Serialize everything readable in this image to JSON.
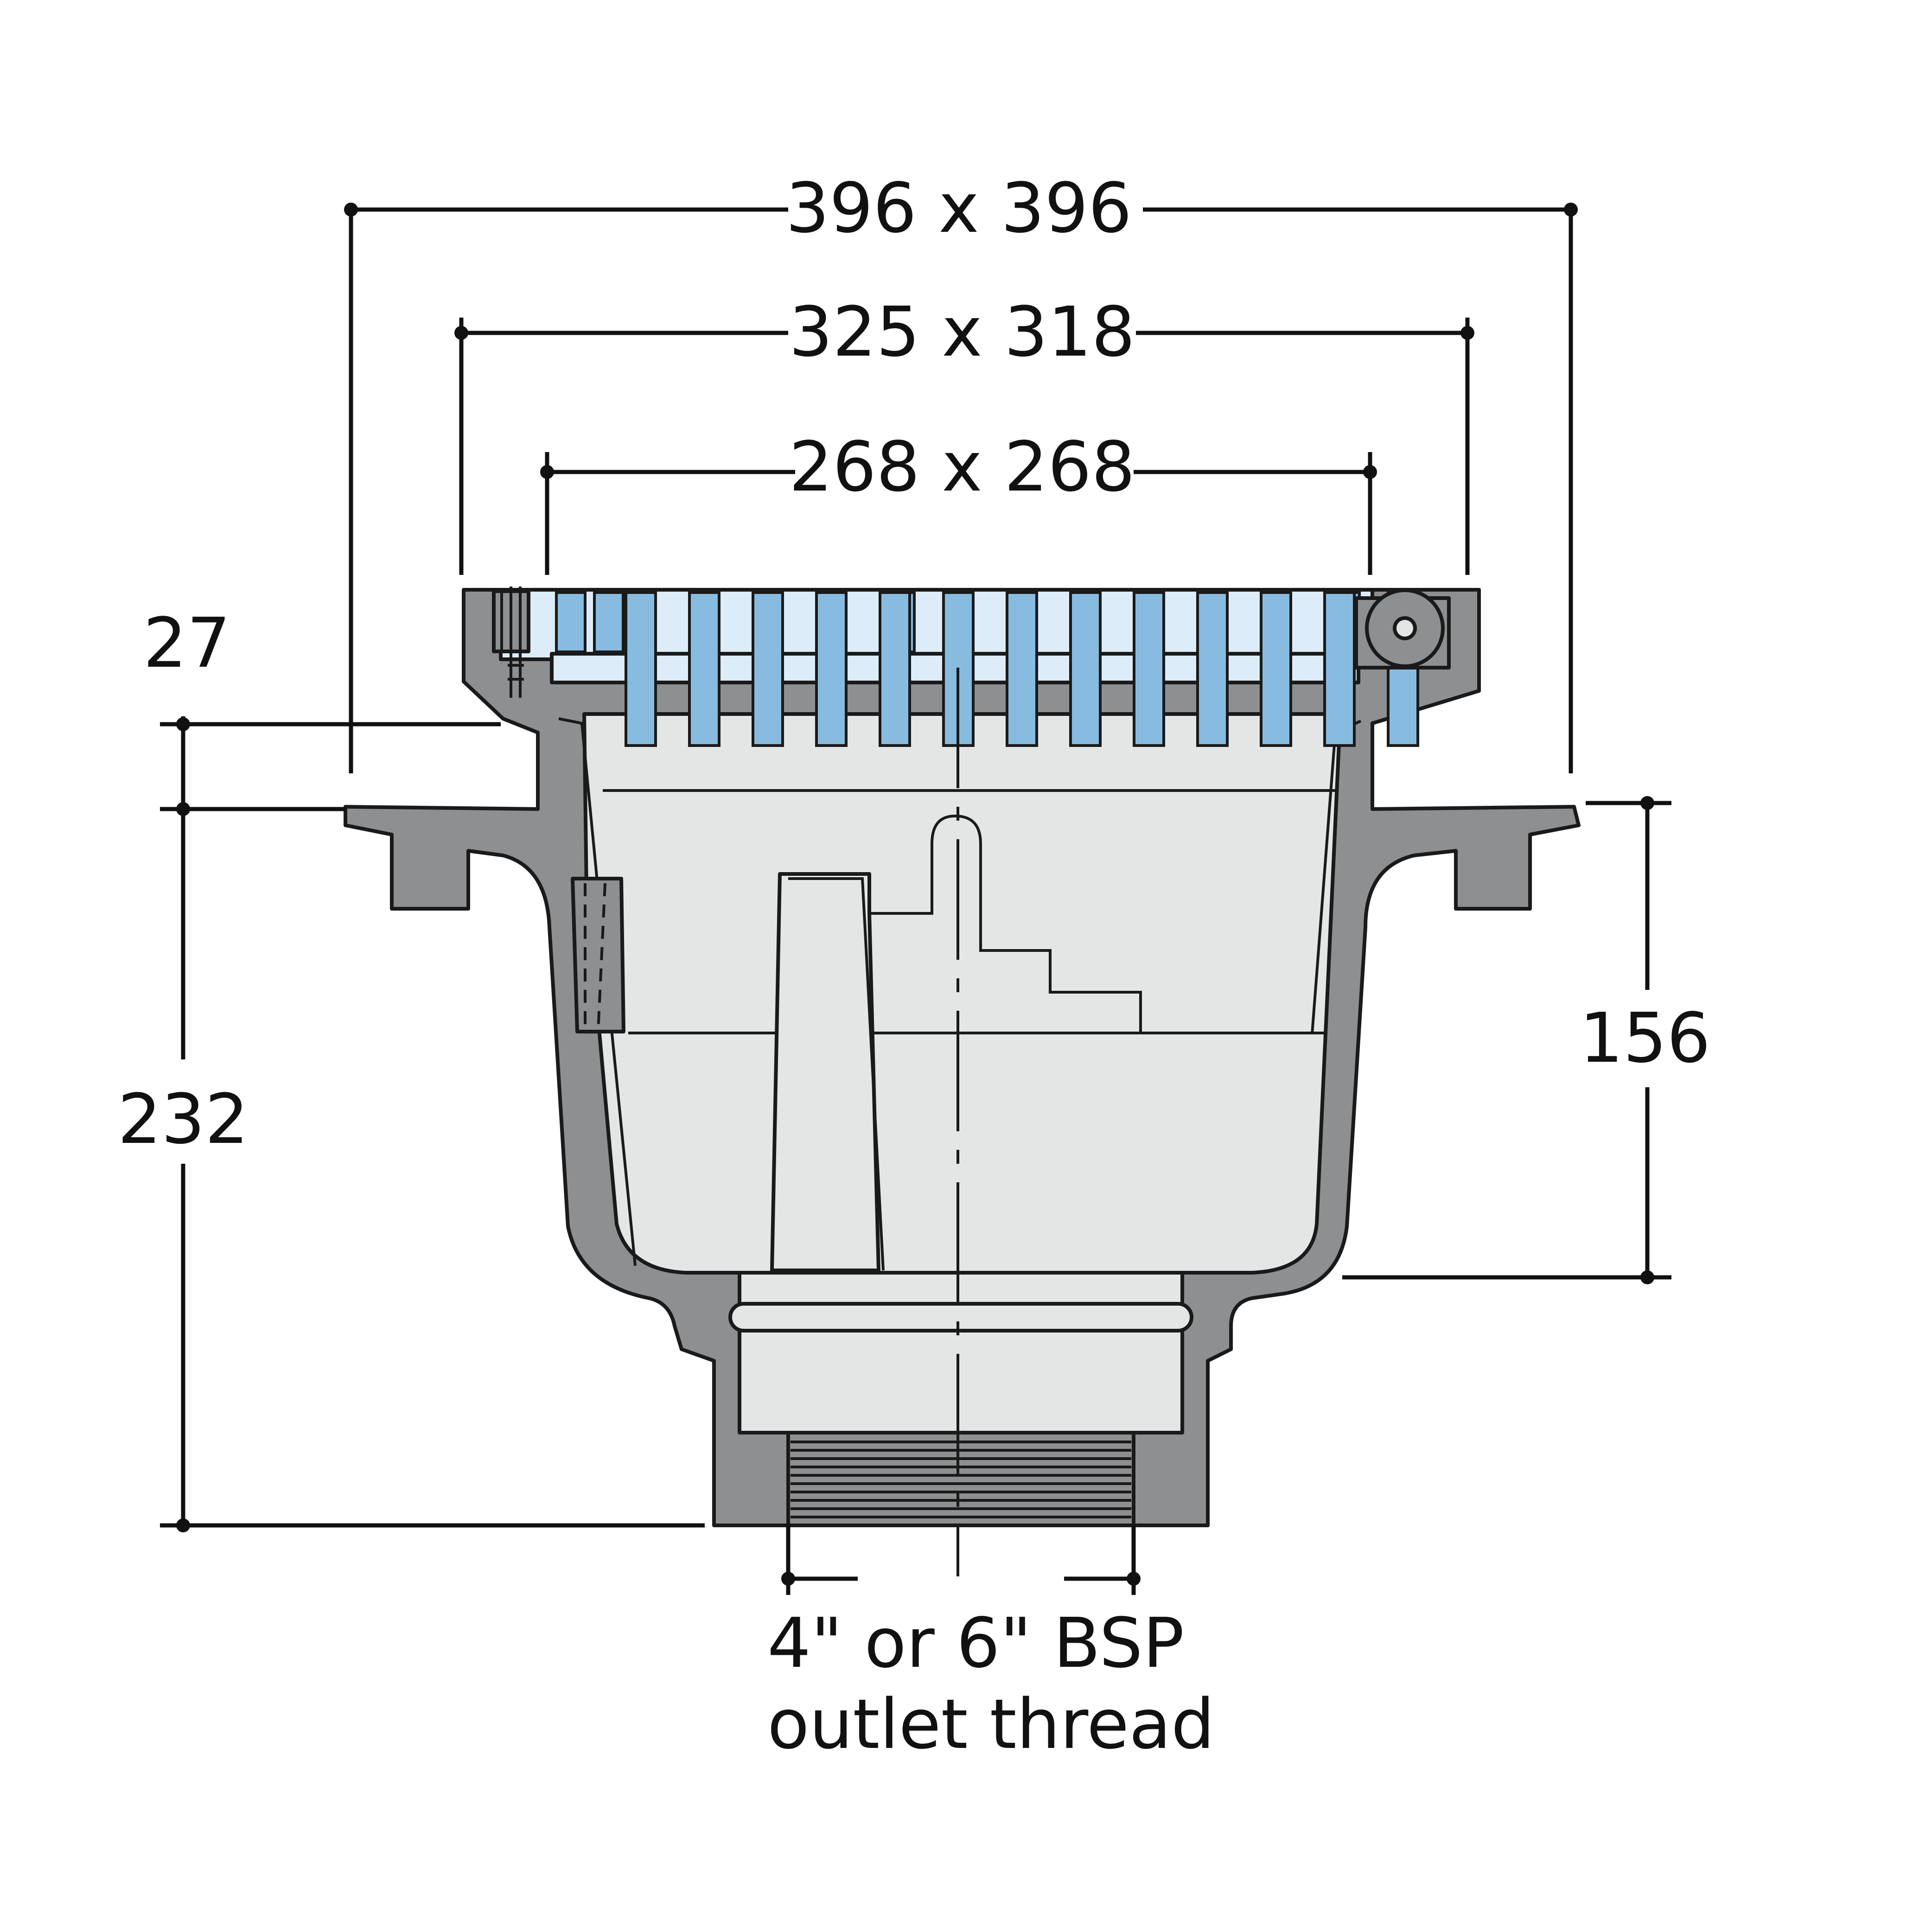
{
  "dimensions": {
    "overall_width": "396 x 396",
    "frame_width": "325 x 318",
    "grate_width": "268 x 268",
    "flange_depth": "27",
    "overall_height": "232",
    "body_height": "156",
    "outlet_line1": "4\" or 6\" BSP",
    "outlet_line2": "outlet thread"
  },
  "colors": {
    "casting": "#8e8f91",
    "interior": "#e4e6e6",
    "grate_bars": "#87bce0",
    "grate_light": "#dcecf8",
    "lines": "#111111"
  }
}
